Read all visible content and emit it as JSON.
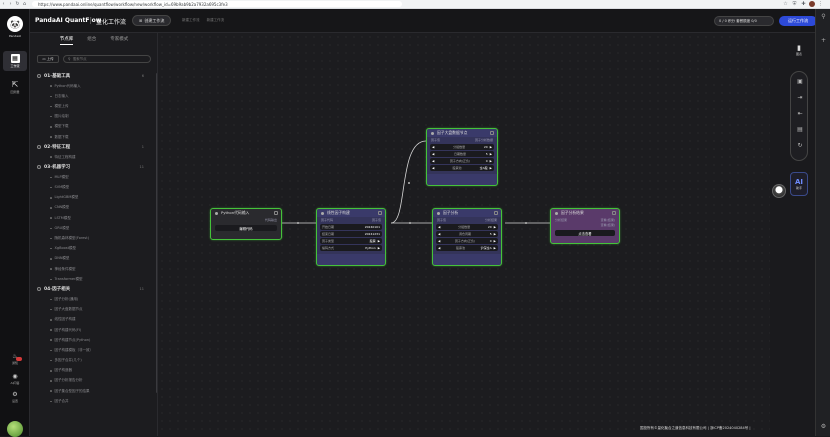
{
  "browser": {
    "url": "https://www.pandaai.online/quantflow/workflow/new/workflow_id=69b9ab9b2a7932a695c3fe3",
    "icons": [
      "back-icon",
      "forward-icon",
      "reload-icon",
      "home-icon"
    ]
  },
  "rail": {
    "logo_text": "PandaAI",
    "items": [
      {
        "label": "工作流"
      },
      {
        "label": "回测量"
      }
    ],
    "bottom": [
      {
        "label": "通知"
      },
      {
        "label": "AI问答"
      },
      {
        "label": "设置"
      }
    ]
  },
  "topbar": {
    "app_title": "PandaAI QuantFlow",
    "workflow_label": "量化工作流",
    "new_workflow": "创建工作流",
    "crumbs": [
      "新建工作流",
      "新建工作流"
    ],
    "credits": "0 / 0 积分  套餐额度 0/0",
    "run_button": "运行工作流"
  },
  "sidebar": {
    "tabs": [
      "节点库",
      "组合",
      "专家模式"
    ],
    "upload": "上传",
    "search_placeholder": "搜索节点",
    "categories": [
      {
        "name": "01-基础工具",
        "count": "6",
        "items": [
          "Python代码输入",
          "日志输入",
          "模型上传",
          "图片绘制",
          "模型下载",
          "数据下载"
        ]
      },
      {
        "name": "02-特征工程",
        "count": "1",
        "items": [
          "特征工程构建"
        ]
      },
      {
        "name": "03-机器学习",
        "count": "11",
        "items": [
          "MLP模型",
          "SVM模型",
          "LightGBM模型",
          "CNN模型",
          "LSTM模型",
          "GRU模型",
          "随机森林模型(Forest)",
          "XgBoost模型",
          "DNN模型",
          "神经条件模型",
          "Transformer模型"
        ]
      },
      {
        "name": "04-因子相关",
        "count": "11",
        "items": [
          "因子分析(通用)",
          "因子大盘数据节点",
          "线性因子构建",
          "因子构建代码(FI)",
          "因子构建节点(Python)",
          "因子构建模板（非一致）",
          "多因子合并(几个)",
          "因子构造器",
          "因子分析报告分析",
          "因子集合型因子的结果",
          "因子合并"
        ]
      }
    ]
  },
  "canvas": {
    "nodes": {
      "python": {
        "title": "Python代码输入",
        "output": "代码输出",
        "button": "编辑代码"
      },
      "linear": {
        "title": "线性因子构建",
        "input": "因子代码",
        "output": "因子值",
        "rows": [
          {
            "label": "开始日期",
            "value": "20240101"
          },
          {
            "label": "结束日期",
            "value": "20241231"
          },
          {
            "label": "因子类型",
            "value": "股票"
          },
          {
            "label": "编码方式",
            "value": "Python"
          }
        ]
      },
      "market": {
        "title": "因子大盘数据节点",
        "input": "因子值",
        "output": "因子分析数据",
        "rows": [
          {
            "label": "分组数量",
            "value": "20"
          },
          {
            "label": "日期数量",
            "value": "5"
          },
          {
            "label": "因子方向(正负)",
            "value": "0"
          },
          {
            "label": "股票池",
            "value": "全A股"
          }
        ]
      },
      "analysis": {
        "title": "因子分析",
        "input": "因子值",
        "output": "分析结果",
        "rows": [
          {
            "label": "分组数量",
            "value": "20"
          },
          {
            "label": "调仓周期",
            "value": "5"
          },
          {
            "label": "因子方向(正负)",
            "value": "0"
          },
          {
            "label": "股票池",
            "value": "沪深全A"
          }
        ]
      },
      "result": {
        "title": "因子分析结果",
        "input": "分析结果",
        "output1": "查看(结果)",
        "output2": "查看(结果)",
        "button": "点击查看"
      }
    }
  },
  "right_tools": {
    "top_label": "图表",
    "ai_label": "AI",
    "ai_sub": "助手"
  },
  "footer": {
    "text": "国投所有©量化聚合之道信息科技有限公司 | 浙ICP备2024040284号 |"
  }
}
